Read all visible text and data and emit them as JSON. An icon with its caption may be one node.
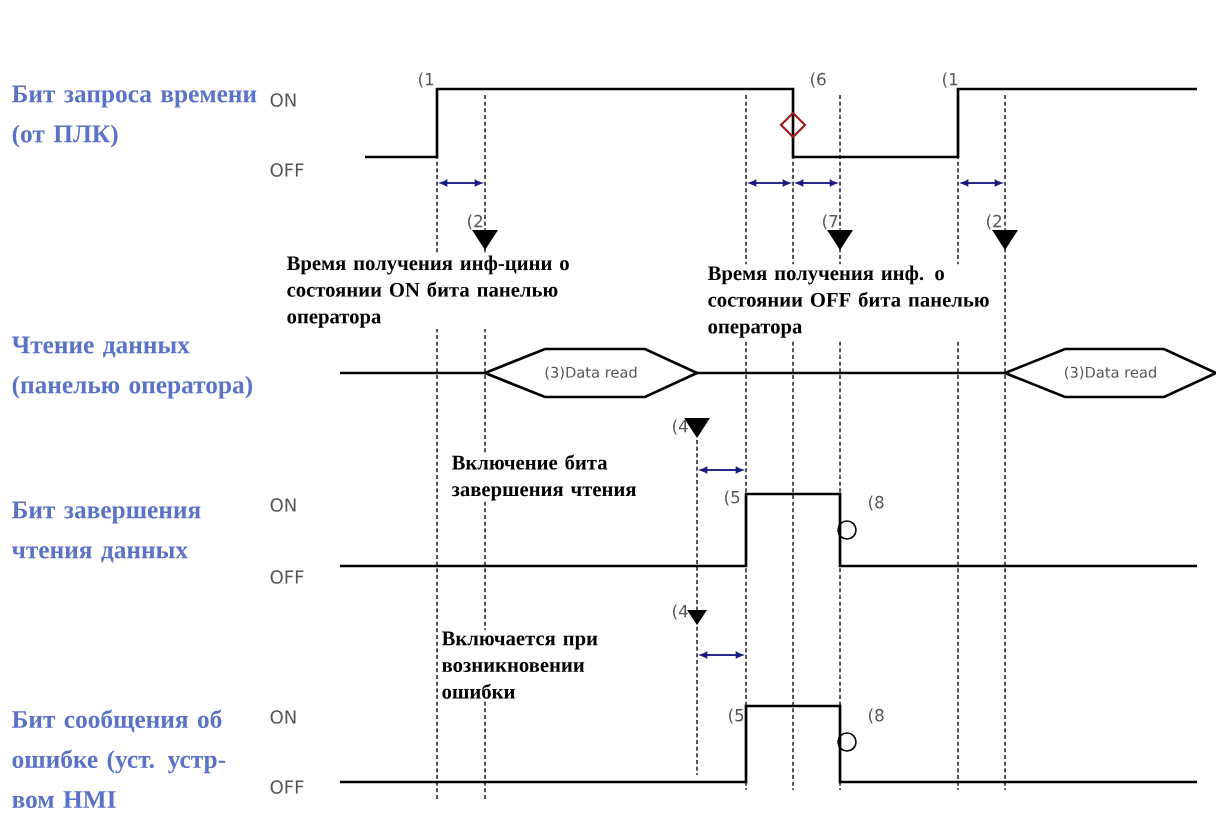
{
  "diagram": {
    "nodes": [
      {
        "text": [
          "(3)Data read"
        ]
      },
      {
        "text": [
          "(3)Data read"
        ]
      }
    ],
    "labels": [
      "Бит запроса времени (от ПЛК)",
      "ON",
      "OFF",
      "(1",
      "(6",
      "(1",
      "(2",
      "(7",
      "(2",
      "Время получения инф-цини о состоянии ON бита панелью оператора",
      "Время получения инф. о состоянии OFF бита панелью оператора",
      "Чтение данных (панелью оператора)",
      "(4",
      "Включение бита завершения чтения",
      "Бит завершения чтения данных",
      "ON",
      "(5",
      "(8",
      "OFF",
      "(4",
      "Включается при возникновении ошибки",
      "ON",
      "(5",
      "(8",
      "Бит сообщения об ошибке (уст. устр-вом HMI",
      "OFF"
    ]
  }
}
